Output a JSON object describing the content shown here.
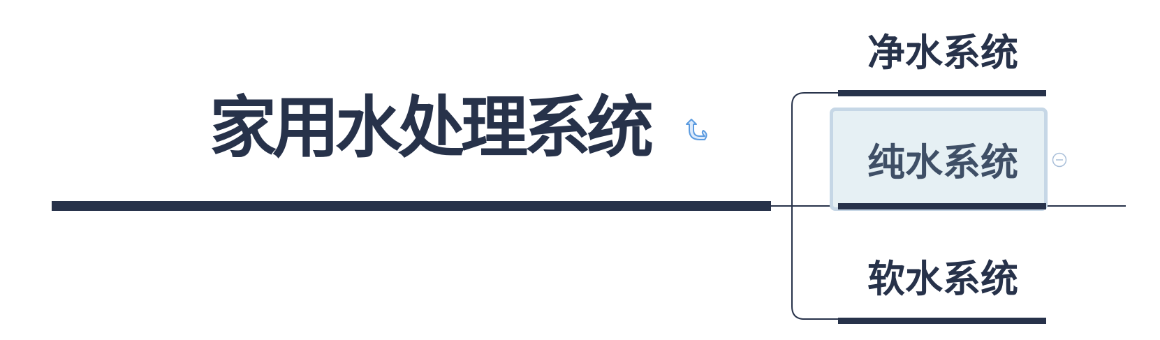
{
  "root": {
    "title": "家用水处理系统"
  },
  "children": [
    {
      "label": "净水系统",
      "selected": false
    },
    {
      "label": "纯水系统",
      "selected": true
    },
    {
      "label": "软水系统",
      "selected": false
    }
  ],
  "icons": {
    "root_topic_icon": "refresh-arrow-icon",
    "collapse_toggle": "minus-circle-icon"
  },
  "colors": {
    "text": "#27324a",
    "selected_text": "#3f4f66",
    "line": "#27324a",
    "selection_fill": "#e6f0f4",
    "selection_border": "#c6d7e6",
    "icon_blue": "#5b9be0",
    "toggle": "#a9bfd9"
  }
}
